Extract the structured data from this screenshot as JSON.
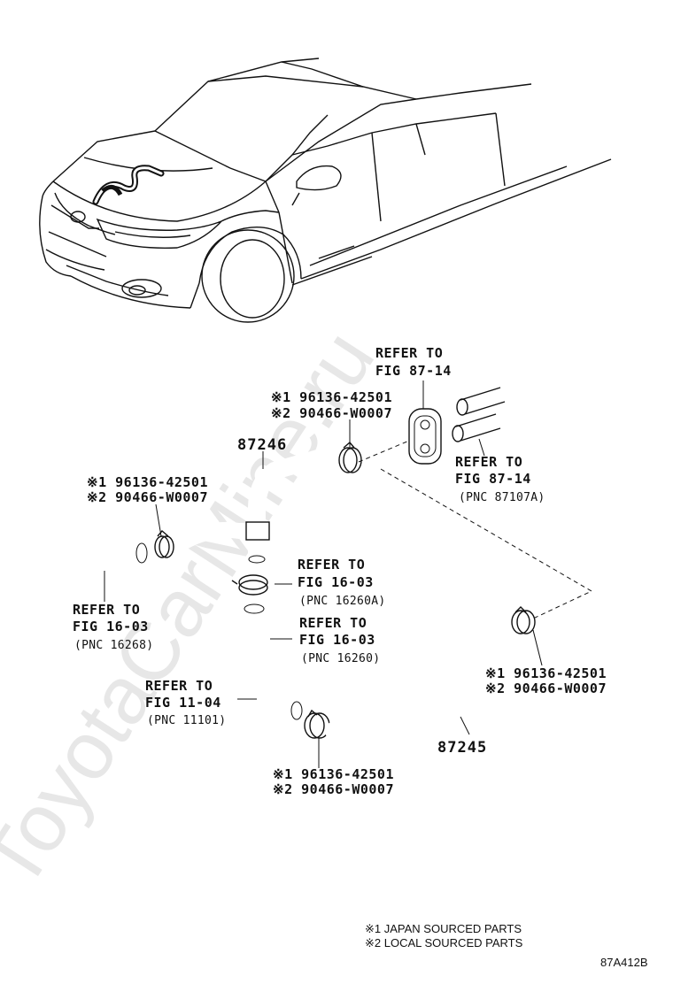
{
  "watermark": "ToyotaCarMine.ru",
  "labels": {
    "refer_87_14_top": {
      "line1": "REFER TO",
      "line2": "FIG 87-14"
    },
    "refer_87_14_right": {
      "line1": "REFER TO",
      "line2": "FIG 87-14",
      "line3": "(PNC 87107A)"
    },
    "clamp_top": {
      "line1": "※1 96136-42501",
      "line2": "※2 90466-W0007"
    },
    "clamp_left": {
      "line1": "※1 96136-42501",
      "line2": "※2 90466-W0007"
    },
    "clamp_right": {
      "line1": "※1 96136-42501",
      "line2": "※2 90466-W0007"
    },
    "clamp_bottom": {
      "line1": "※1 96136-42501",
      "line2": "※2 90466-W0007"
    },
    "part_87246": "87246",
    "part_87245": "87245",
    "refer_16_03_a": {
      "line1": "REFER TO",
      "line2": "FIG 16-03",
      "line3": "(PNC 16260A)"
    },
    "refer_16_03_b": {
      "line1": "REFER TO",
      "line2": "FIG 16-03",
      "line3": "(PNC 16260)"
    },
    "refer_16_03_c": {
      "line1": "REFER TO",
      "line2": "FIG 16-03",
      "line3": "(PNC 16268)"
    },
    "refer_11_04": {
      "line1": "REFER TO",
      "line2": "FIG 11-04",
      "line3": "(PNC 11101)"
    }
  },
  "legend": {
    "note1": "※1 JAPAN SOURCED PARTS",
    "note2": "※2 LOCAL SOURCED PARTS"
  },
  "figure_code": "87A412B"
}
